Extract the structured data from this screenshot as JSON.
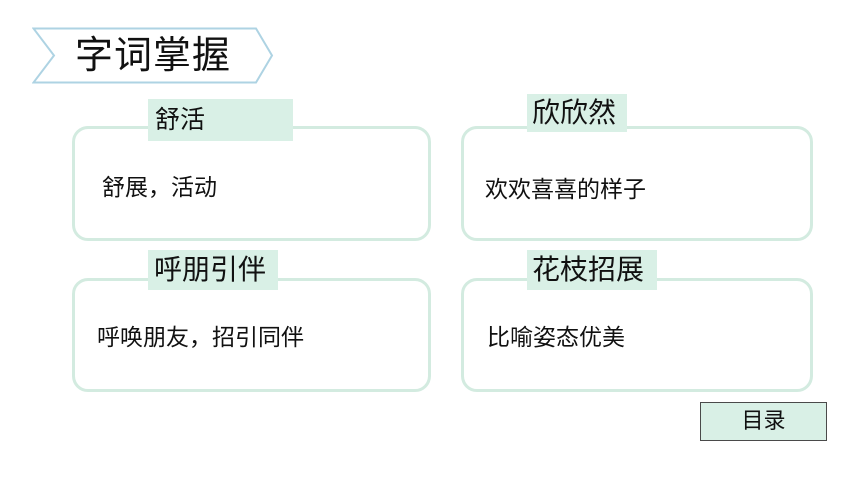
{
  "title": "字词掌握",
  "cards": [
    {
      "label": "舒活",
      "definition": "舒展，活动"
    },
    {
      "label": "欣欣然",
      "definition": "欢欢喜喜的样子"
    },
    {
      "label": "呼朋引伴",
      "definition": "呼唤朋友，招引同伴"
    },
    {
      "label": "花枝招展",
      "definition": "比喻姿态优美"
    }
  ],
  "nav": {
    "toc_label": "目录"
  },
  "colors": {
    "card_border": "#d3ebe0",
    "tab_fill": "#d9f0e6",
    "banner_border": "#aed3e3",
    "button_fill": "#d9f0e6",
    "button_border": "#4a4a4a"
  }
}
